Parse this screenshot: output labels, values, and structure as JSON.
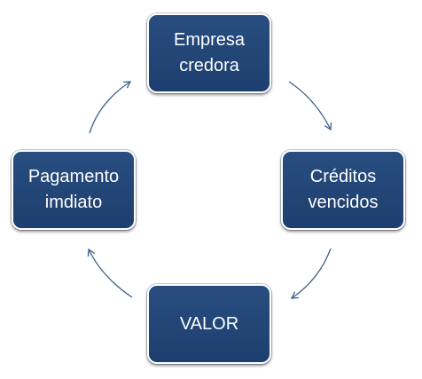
{
  "diagram": {
    "nodes": [
      {
        "id": "top",
        "label": "Empresa\ncredora"
      },
      {
        "id": "right",
        "label": "Créditos\nvencidos"
      },
      {
        "id": "bottom",
        "label": "VALOR"
      },
      {
        "id": "left",
        "label": "Pagamento\nimdiato"
      }
    ],
    "colors": {
      "node_fill": "#1f4474",
      "node_text": "#ffffff",
      "arrow": "#3f6188"
    }
  }
}
